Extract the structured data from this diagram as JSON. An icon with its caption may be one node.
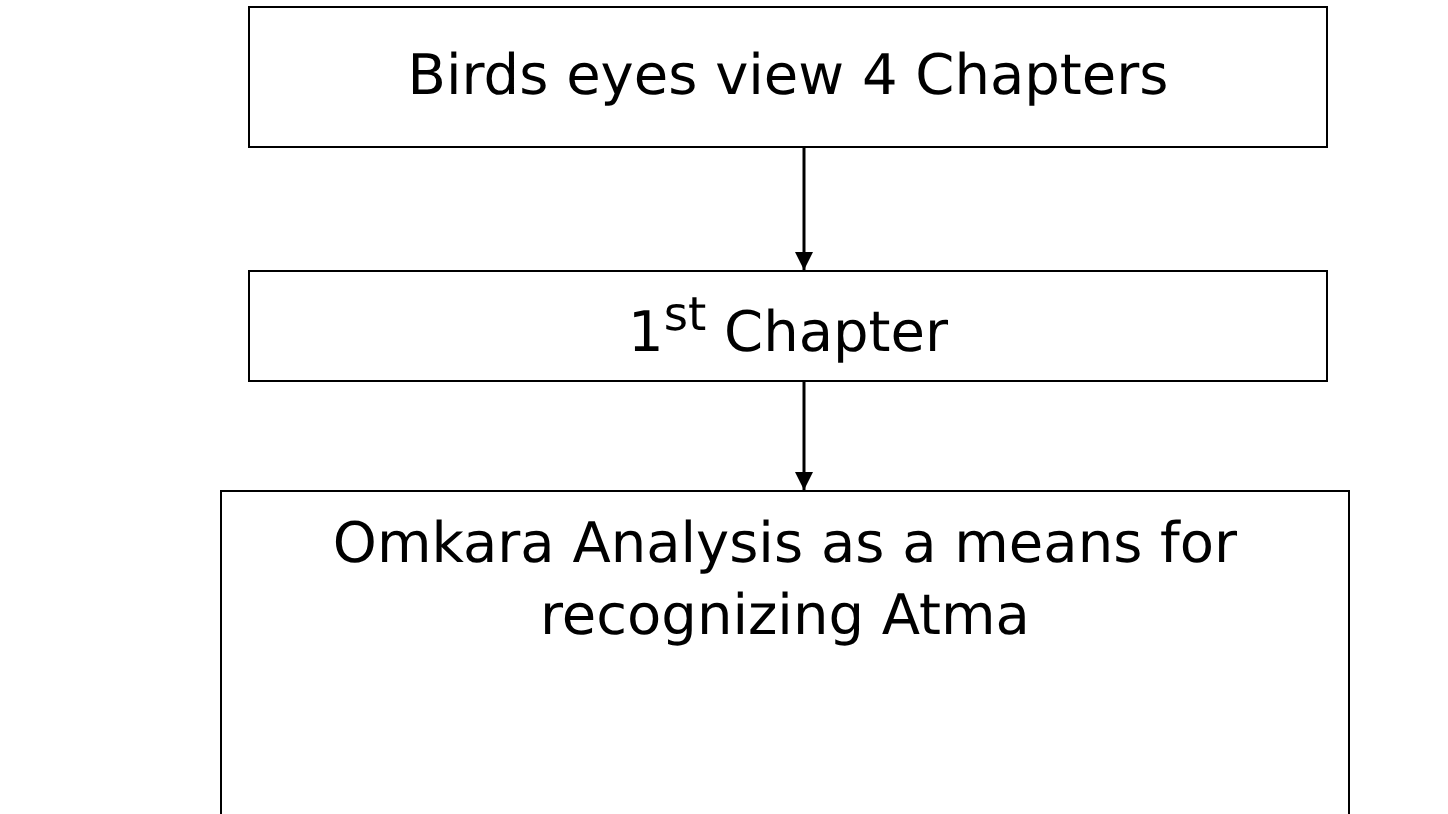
{
  "diagram": {
    "nodes": [
      {
        "text": [
          "Birds eyes view 4 Chapters"
        ]
      },
      {
        "text": [
          "1$^{st}$ Chapter"
        ]
      },
      {
        "text": [
          "Omkara Analysis as a means for recognizing Atma"
        ]
      }
    ],
    "edges": [
      {
        "from": 0,
        "to": 1,
        "arrow": "to"
      },
      {
        "from": 1,
        "to": 2,
        "arrow": "to"
      }
    ]
  }
}
